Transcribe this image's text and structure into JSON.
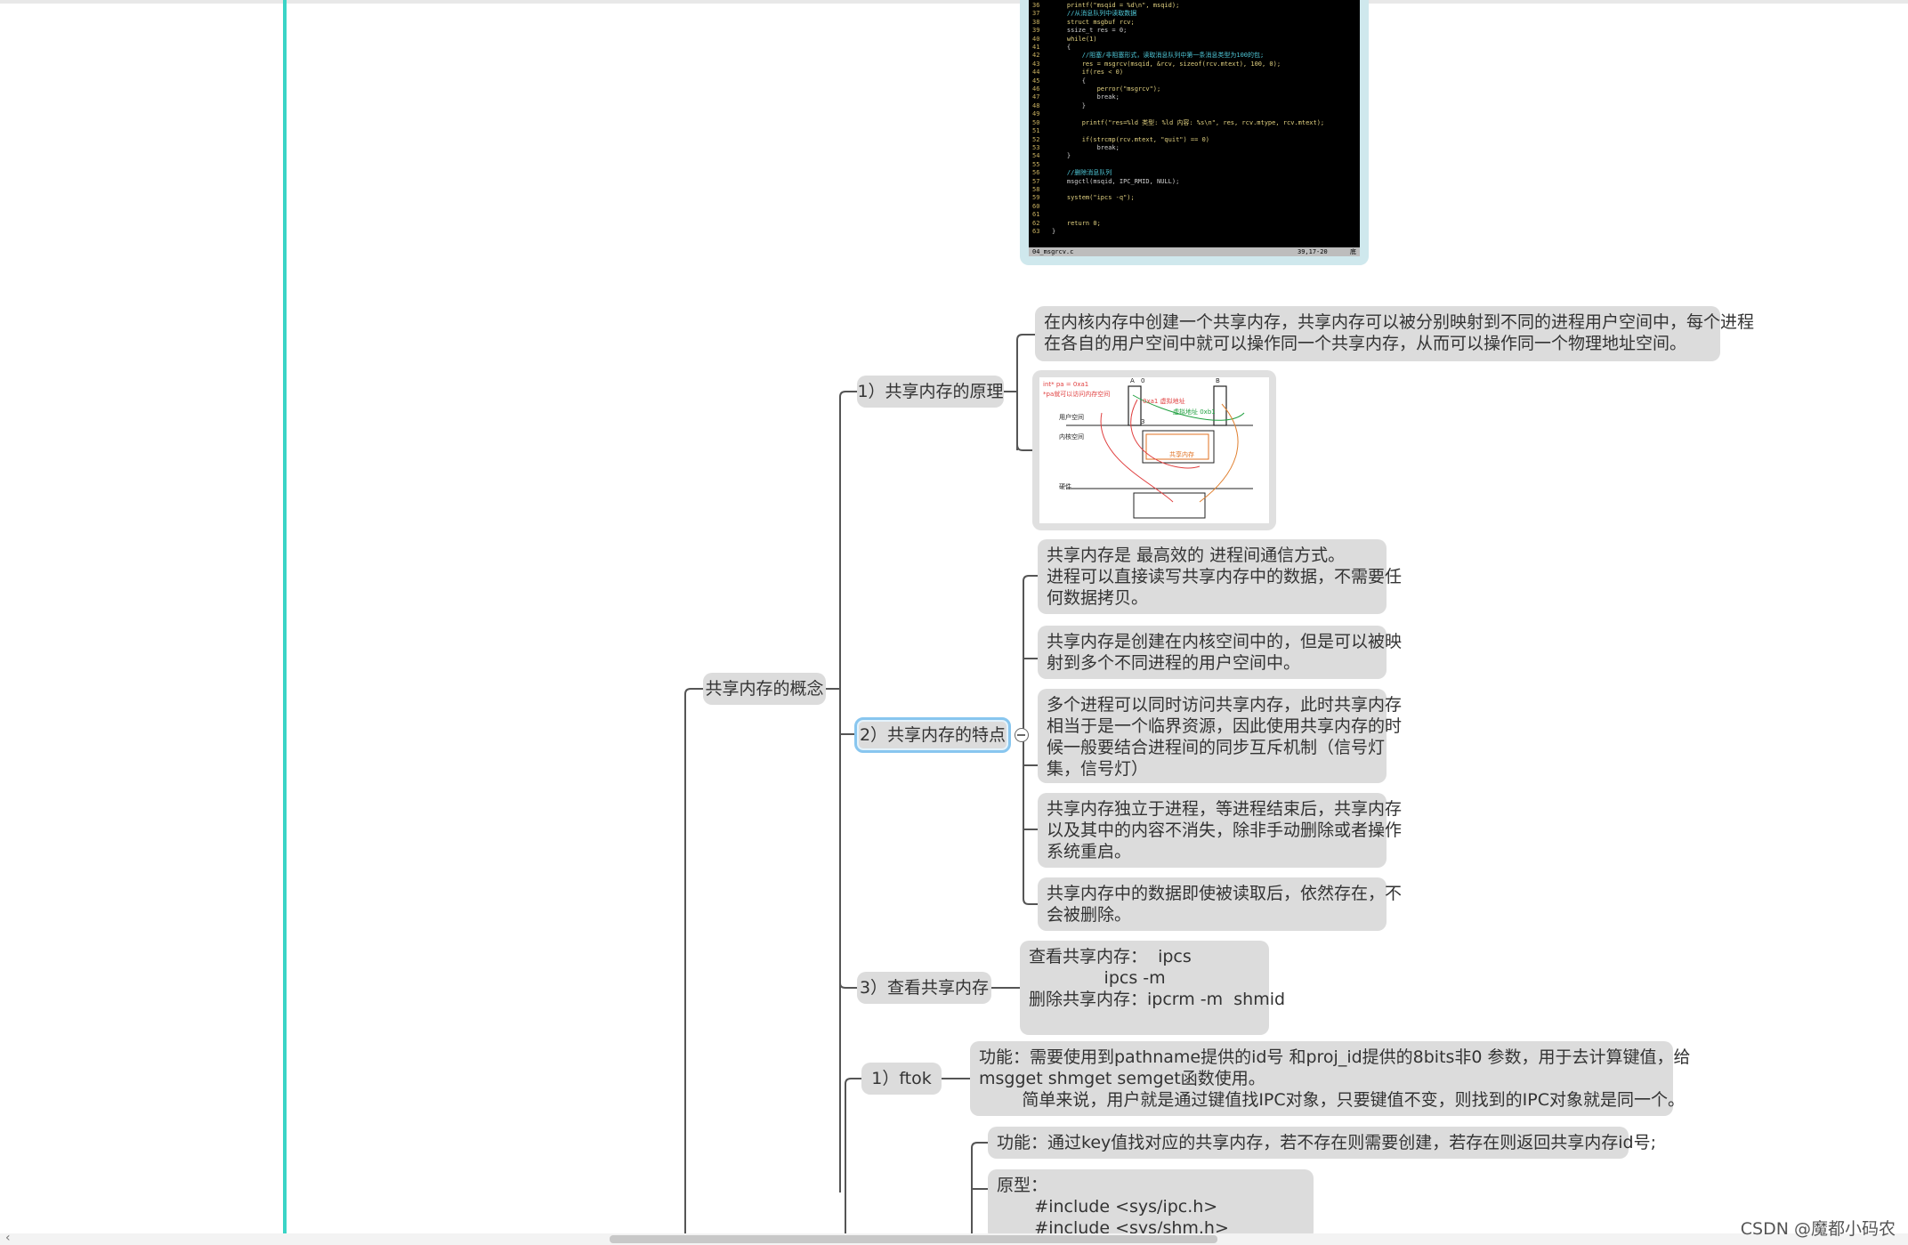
{
  "code_editor": {
    "lines": [
      {
        "no": "36",
        "text": "    printf(\"msqid = %d\\n\", msqid);"
      },
      {
        "no": "37",
        "text": "    //从消息队列中读取数据"
      },
      {
        "no": "38",
        "text": "    struct msgbuf rcv;"
      },
      {
        "no": "39",
        "text": "    ssize_t res = 0;"
      },
      {
        "no": "40",
        "text": "    while(1)"
      },
      {
        "no": "41",
        "text": "    {"
      },
      {
        "no": "42",
        "text": "        //阻塞/非阻塞形式，读取消息队列中第一条消息类型为100的包;"
      },
      {
        "no": "43",
        "text": "        res = msgrcv(msqid, &rcv, sizeof(rcv.mtext), 100, 0);"
      },
      {
        "no": "44",
        "text": "        if(res < 0)"
      },
      {
        "no": "45",
        "text": "        {"
      },
      {
        "no": "46",
        "text": "            perror(\"msgrcv\");"
      },
      {
        "no": "47",
        "text": "            break;"
      },
      {
        "no": "48",
        "text": "        }"
      },
      {
        "no": "49",
        "text": ""
      },
      {
        "no": "50",
        "text": "        printf(\"res=%ld 类型: %ld 内容: %s\\n\", res, rcv.mtype, rcv.mtext);"
      },
      {
        "no": "51",
        "text": ""
      },
      {
        "no": "52",
        "text": "        if(strcmp(rcv.mtext, \"quit\") == 0)"
      },
      {
        "no": "53",
        "text": "            break;"
      },
      {
        "no": "54",
        "text": "    }"
      },
      {
        "no": "55",
        "text": ""
      },
      {
        "no": "56",
        "text": "    //删除消息队列"
      },
      {
        "no": "57",
        "text": "    msgctl(msqid, IPC_RMID, NULL);"
      },
      {
        "no": "58",
        "text": ""
      },
      {
        "no": "59",
        "text": "    system(\"ipcs -q\");"
      },
      {
        "no": "60",
        "text": ""
      },
      {
        "no": "61",
        "text": ""
      },
      {
        "no": "62",
        "text": "    return 0;"
      },
      {
        "no": "63",
        "text": "}"
      }
    ],
    "status_file": "04_msgrcv.c",
    "status_pos": "39,17-20",
    "status_scroll": "底"
  },
  "mindmap": {
    "concept": "共享内存的概念",
    "principle": {
      "label": "1）共享内存的原理",
      "desc_lines": [
        "在内核内存中创建一个共享内存，共享内存可以被分别映射到不同的进程用户空间中，每个进程",
        "在各自的用户空间中就可以操作同一个共享内存，从而可以操作同一个物理地址空间。"
      ],
      "diagram": {
        "label_a": "int* pa = 0xa1",
        "label_b": "*pa就可以访问内存空间",
        "label_c": "0xa1 虚拟地址",
        "label_d": "虚拟地址 0xb1",
        "label_user": "用户空间",
        "label_kernel": "内核空间",
        "label_shm": "共享内存",
        "label_hw": "硬件",
        "label_ta": "A",
        "label_tb": "B",
        "label_t0": "0",
        "label_t3": "3"
      }
    },
    "features": {
      "label": "2）共享内存的特点",
      "items": [
        {
          "lines": [
            "共享内存是 最高效的 进程间通信方式。",
            "进程可以直接读写共享内存中的数据，不需要任",
            "何数据拷贝。"
          ]
        },
        {
          "lines": [
            "共享内存是创建在内核空间中的，但是可以被映",
            "射到多个不同进程的用户空间中。"
          ]
        },
        {
          "lines": [
            "多个进程可以同时访问共享内存，此时共享内存",
            "相当于是一个临界资源，因此使用共享内存的时",
            "候一般要结合进程间的同步互斥机制（信号灯",
            "集，信号灯）"
          ]
        },
        {
          "lines": [
            "共享内存独立于进程，等进程结束后，共享内存",
            "以及其中的内容不消失，除非手动删除或者操作",
            "系统重启。"
          ]
        },
        {
          "lines": [
            "共享内存中的数据即使被读取后，依然存在，不",
            "会被删除。"
          ]
        }
      ]
    },
    "view": {
      "label": "3）查看共享内存",
      "lines": [
        "查看共享内存：  ipcs",
        "              ipcs -m",
        "",
        "删除共享内存：ipcrm -m  shmid"
      ]
    },
    "ftok": {
      "label": "1）ftok",
      "lines": [
        "功能：需要使用到pathname提供的id号 和proj_id提供的8bits非0 参数，用于去计算键值，给",
        "msgget shmget semget函数使用。",
        "        简单来说，用户就是通过键值找IPC对象，只要键值不变，则找到的IPC对象就是同一个。"
      ]
    },
    "shmget": {
      "func_line": "功能：通过key值找对应的共享内存，若不存在则需要创建，若存在则返回共享内存id号;",
      "proto_lines": [
        "原型：",
        "       #include <sys/ipc.h>",
        "       #include <sys/shm.h>"
      ]
    }
  },
  "watermark": "CSDN @魔都小码农",
  "scroll_left_arrow": "‹",
  "colors": {
    "teal": "#3bd4c6",
    "node_bg": "#dcdcdc",
    "selected_border": "#88c6ef",
    "line": "#555555"
  }
}
